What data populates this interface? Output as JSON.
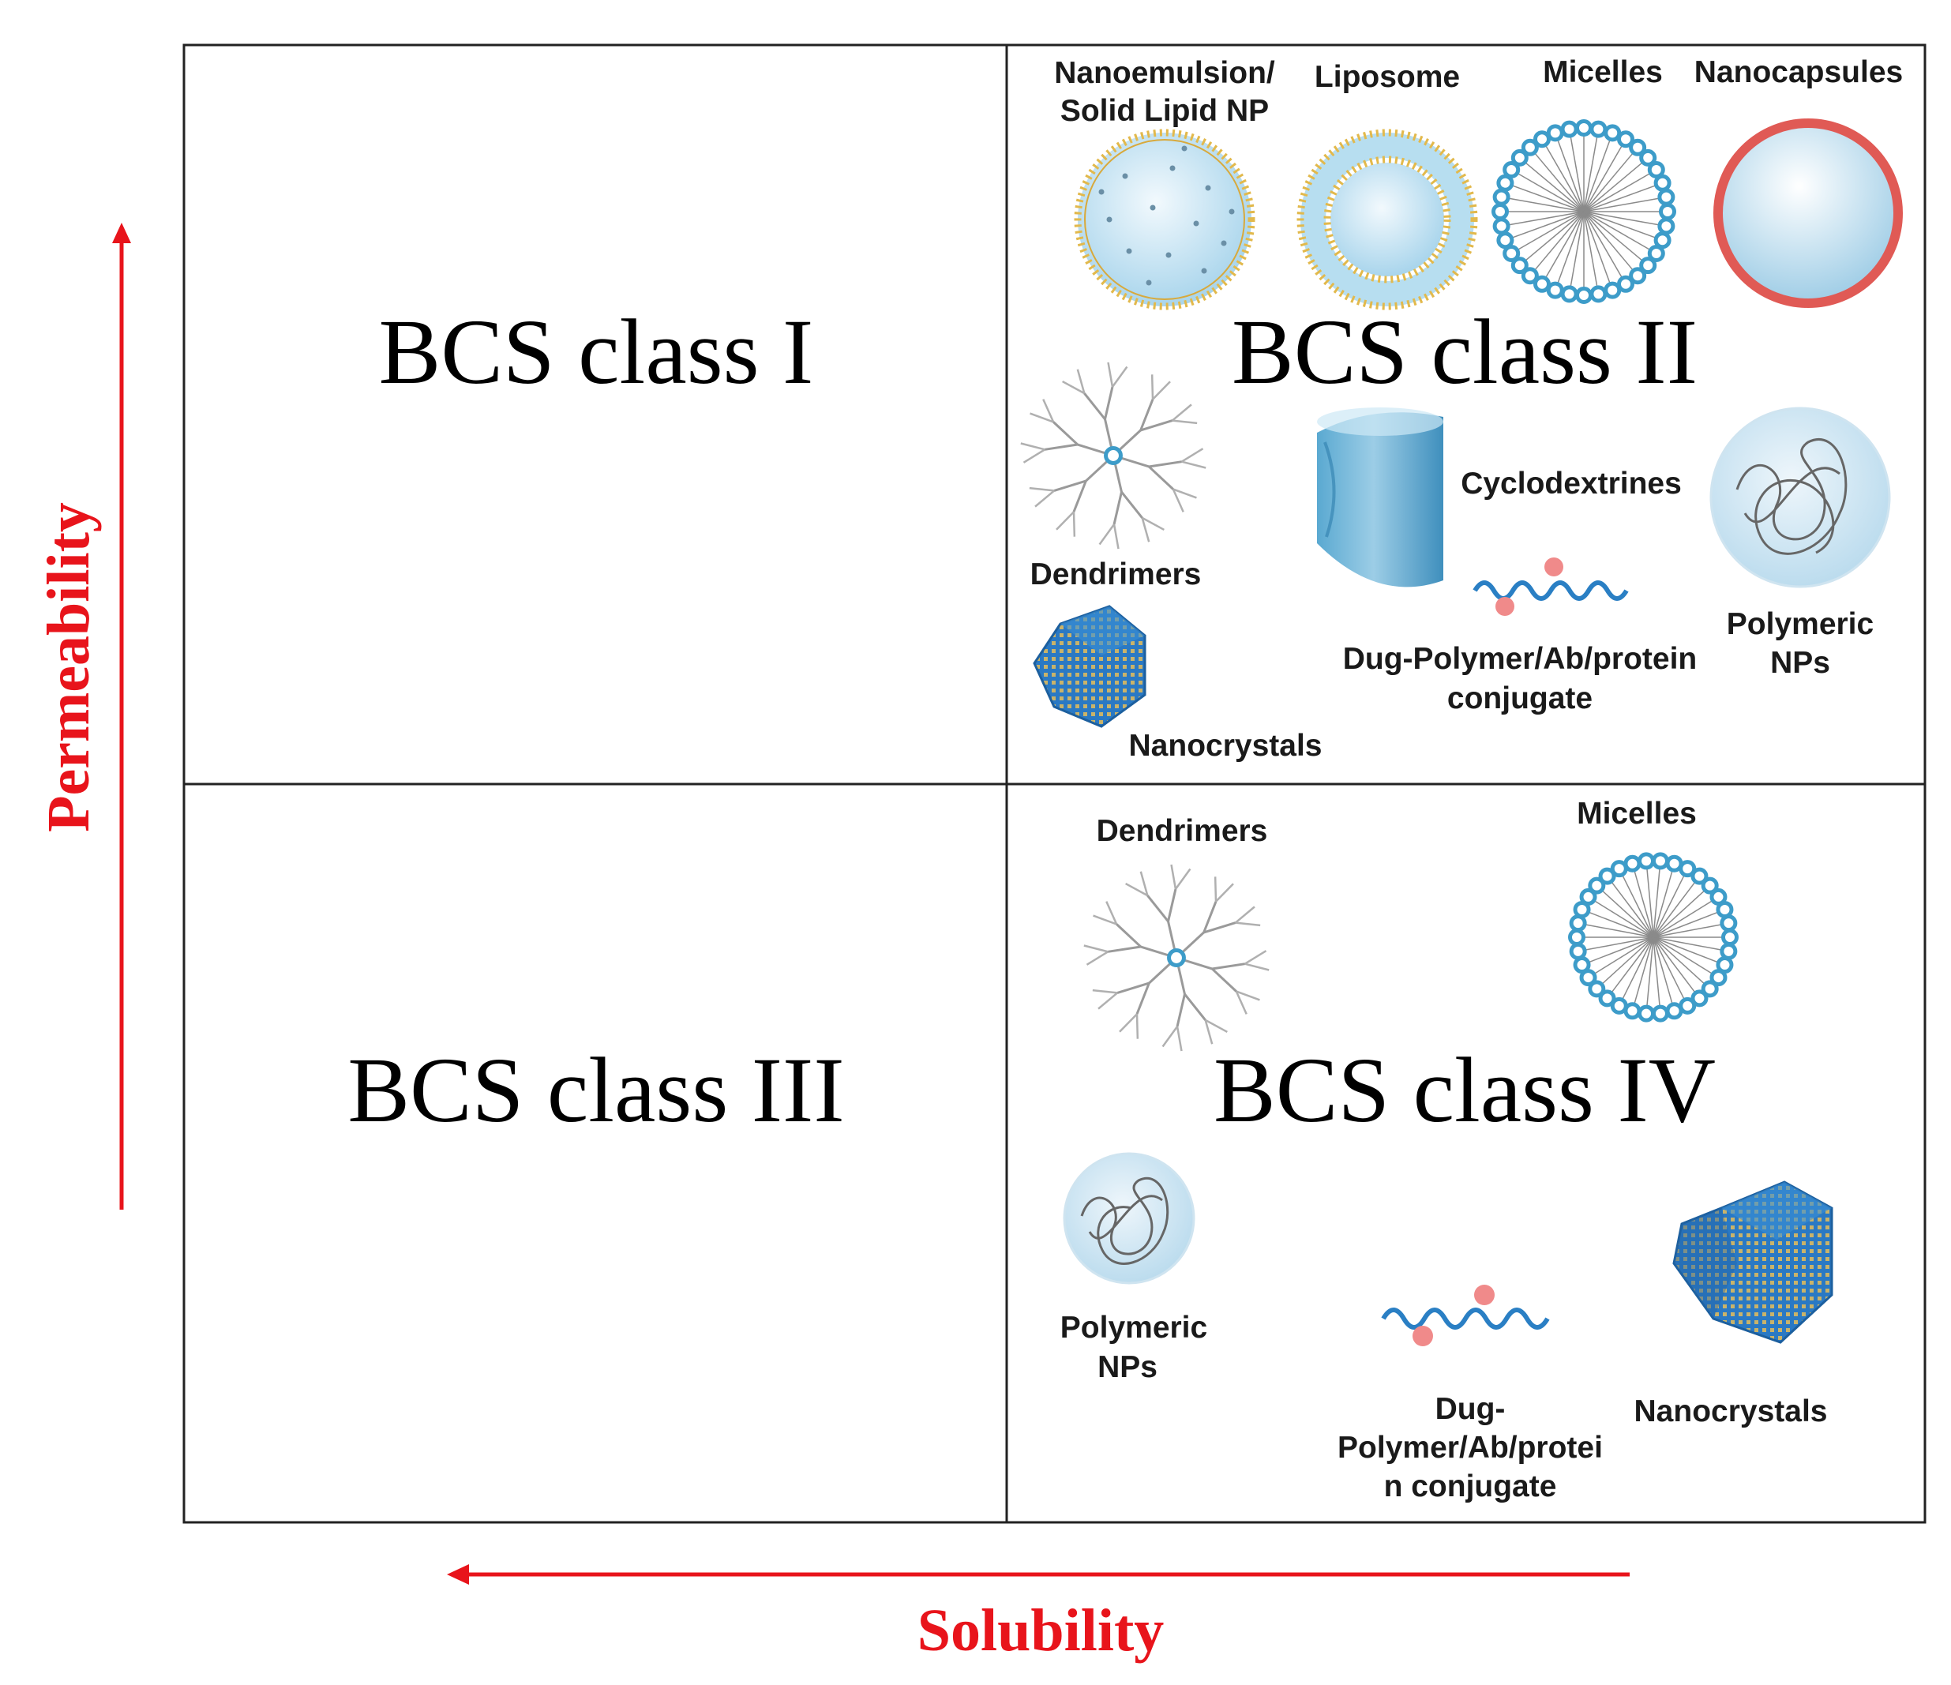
{
  "axes": {
    "y_label": "Permeability",
    "x_label": "Solubility",
    "arrow_color": "#e8141b"
  },
  "classes": {
    "q1": "BCS class I",
    "q2": "BCS class II",
    "q3": "BCS class III",
    "q4": "BCS class IV"
  },
  "class2_items": {
    "nanoemulsion_1": "Nanoemulsion/",
    "nanoemulsion_2": "Solid Lipid NP",
    "liposome": "Liposome",
    "micelles": "Micelles",
    "nanocapsules": "Nanocapsules",
    "cyclodextrines": "Cyclodextrines",
    "dendrimers": "Dendrimers",
    "polymeric_1": "Polymeric",
    "polymeric_2": "NPs",
    "conjugate_1": "Dug-Polymer/Ab/protein",
    "conjugate_2": "conjugate",
    "nanocrystals": "Nanocrystals"
  },
  "class4_items": {
    "dendrimers": "Dendrimers",
    "micelles": "Micelles",
    "polymeric_1": "Polymeric",
    "polymeric_2": "NPs",
    "conjugate_1": "Dug-",
    "conjugate_2": "Polymer/Ab/protei",
    "conjugate_3": "n conjugate",
    "nanocrystals": "Nanocrystals"
  },
  "colors": {
    "accent_blue": "#3d9cc9",
    "lipid_gold": "#e2b94c",
    "capsule_red": "#e05a55",
    "drug_pink": "#f08a8a"
  }
}
